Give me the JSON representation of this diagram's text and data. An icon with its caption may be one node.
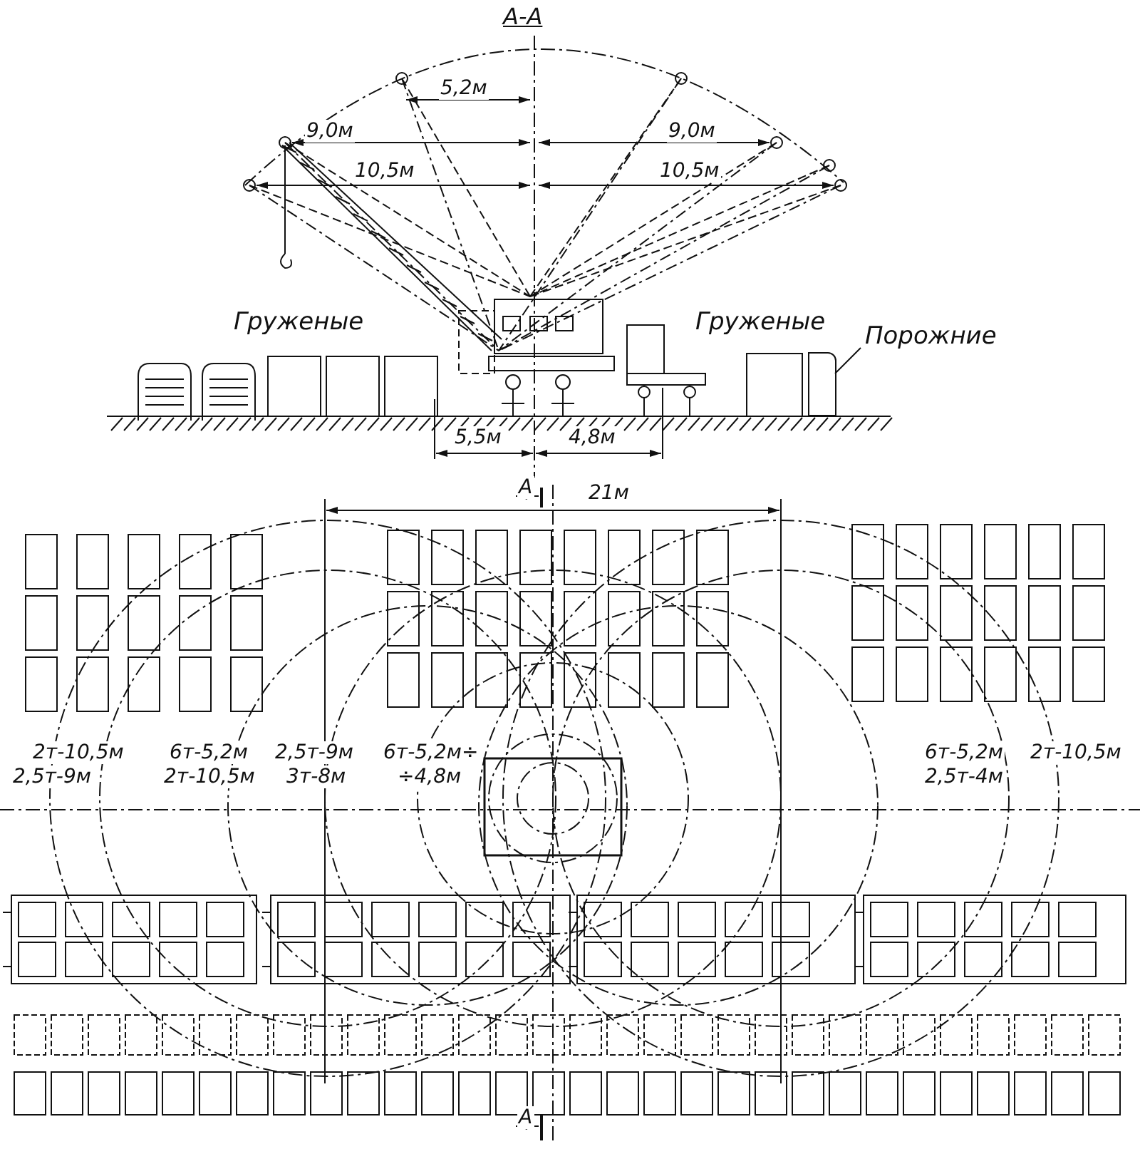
{
  "diagram": {
    "title": "А-А",
    "nodes": [
      {
        "text": [
          "Груженые"
        ]
      },
      {
        "text": [
          "Груженые"
        ]
      },
      {
        "text": [
          "Порожние"
        ]
      },
      {
        "text": [],
        "shape": "box"
      }
    ],
    "edges": [
      {
        "from": 2,
        "to": 3,
        "arrow": "none"
      }
    ],
    "labels": [
      "5,2м",
      "9,0м",
      "9,0м",
      "10,5м",
      "10,5м",
      "5,5м",
      "4,8м",
      "А",
      "21м",
      "2т-10,5м",
      "2,5т-9м",
      "6т-5,2м",
      "2т-10,5м",
      "2,5т-9м",
      "3т-8м",
      "6т-5,2м÷",
      "÷4,8м",
      "6т-5,2м",
      "2,5т-4м",
      "2т-10,5м",
      "А"
    ]
  }
}
